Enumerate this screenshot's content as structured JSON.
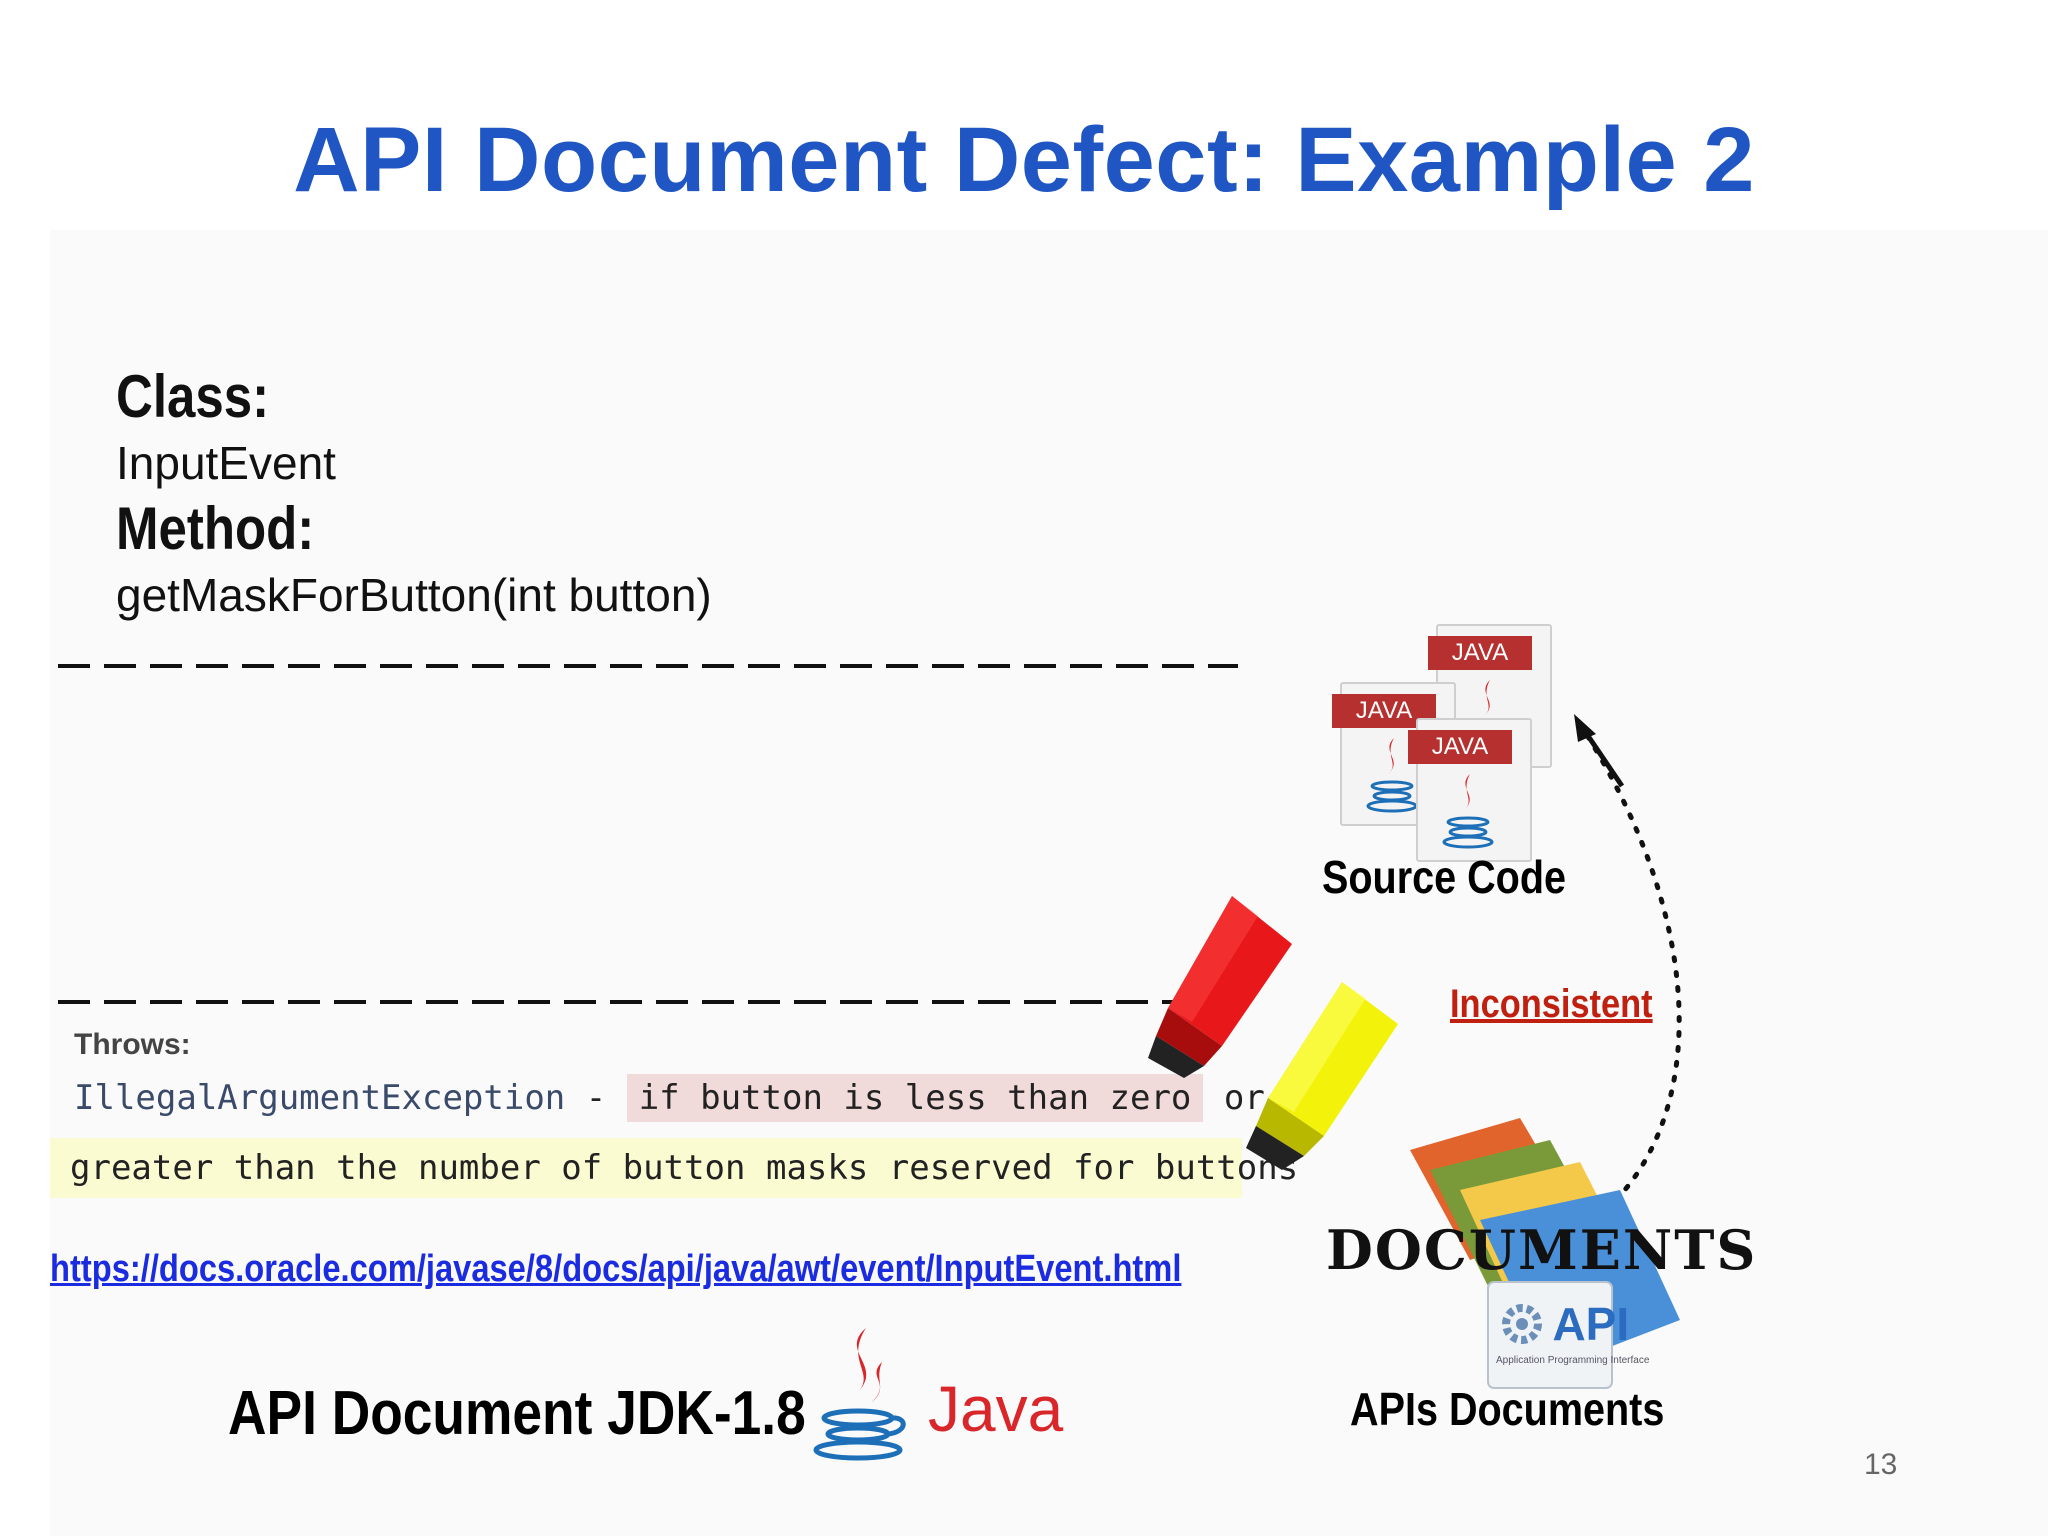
{
  "slide": {
    "title": "API Document Defect: Example 2",
    "class_heading": "Class:",
    "class_value": "InputEvent",
    "method_heading": "Method:",
    "method_value": "getMaskForButton(int button)",
    "throws_label": "Throws:",
    "exception_name": "IllegalArgumentException",
    "separator": " - ",
    "highlight_red_text": "if button is less than zero",
    "or_text": " or",
    "highlight_yellow_text": "greater than the number of button masks reserved for buttons",
    "doc_link": "https://docs.oracle.com/javase/8/docs/api/java/awt/event/InputEvent.html",
    "jdk_label": "API Document JDK-1.8",
    "java_logo_text": "Java",
    "source_code_label": "Source Code",
    "java_file_tag": "JAVA",
    "inconsistent_label": "Inconsistent",
    "documents_word": "DOCUMENTS",
    "api_badge": "API",
    "api_badge_subtitle": "Application Programming Interface",
    "apis_documents_label": "APIs Documents",
    "page_number": "13"
  },
  "colors": {
    "title": "#1f56c4",
    "link": "#1a2be0",
    "inconsistent": "#c0200f",
    "highlight_red": "#f1dada",
    "highlight_yellow": "#fbfbd2",
    "marker_red": "#e8181a",
    "marker_yellow": "#f2f20a",
    "java_red": "#d8262b",
    "java_blue": "#1d6fb8"
  },
  "icons": [
    "java-file-icon",
    "red-highlighter-icon",
    "yellow-highlighter-icon",
    "java-logo-icon",
    "documents-folder-icon",
    "dotted-arrow-icon"
  ]
}
